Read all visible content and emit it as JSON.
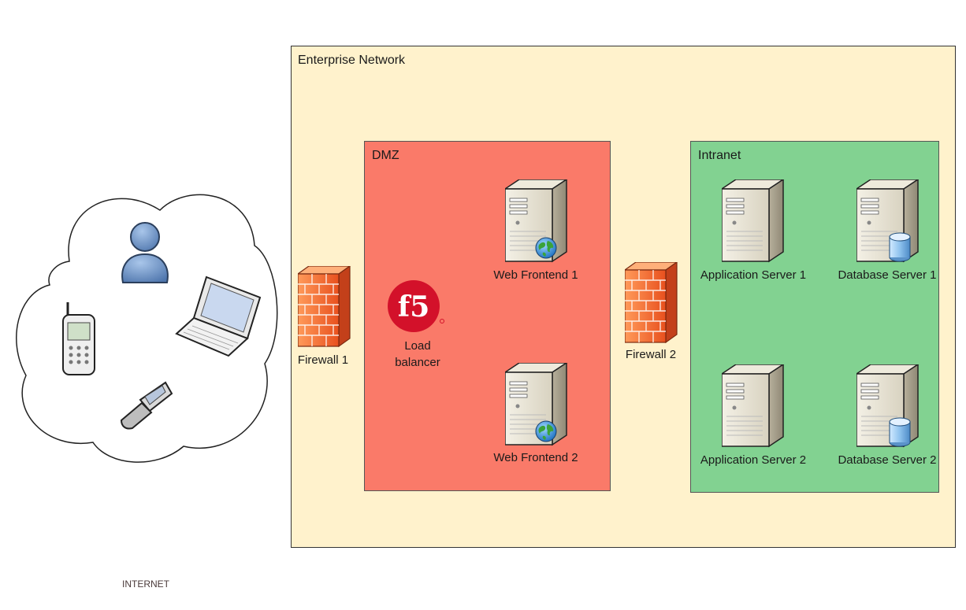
{
  "internet": {
    "label": "INTERNET"
  },
  "enterprise": {
    "label": "Enterprise Network"
  },
  "dmz": {
    "label": "DMZ",
    "load_balancer_label": "Load\nbalancer",
    "logo_text": "f5",
    "web_frontend_1": "Web Frontend 1",
    "web_frontend_2": "Web Frontend 2"
  },
  "intranet": {
    "label": "Intranet",
    "app_server_1": "Application Server 1",
    "db_server_1": "Database Server 1",
    "app_server_2": "Application Server 2",
    "db_server_2": "Database Server 2"
  },
  "firewall_1": "Firewall 1",
  "firewall_2": "Firewall 2",
  "colors": {
    "enterprise_bg": "#fff2cc",
    "dmz_bg": "#fa7a69",
    "intranet_bg": "#82d291",
    "f5_red": "#d3112a"
  }
}
